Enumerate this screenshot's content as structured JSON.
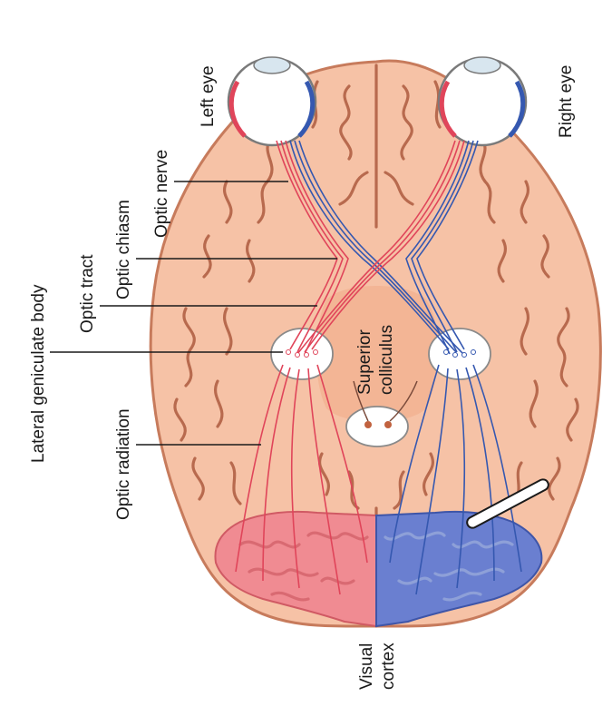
{
  "labels": {
    "left_eye": "Left eye",
    "right_eye": "Right eye",
    "optic_nerve": "Optic nerve",
    "optic_chiasm": "Optic chiasm",
    "optic_tract": "Optic tract",
    "lateral_geniculate_body": "Lateral geniculate body",
    "superior_colliculus_line1": "Superior",
    "superior_colliculus_line2": "colliculus",
    "optic_radiation": "Optic radiation",
    "visual_cortex_line1": "Visual",
    "visual_cortex_line2": "cortex"
  },
  "colors": {
    "brain": "#f6c2a6",
    "brain_outline": "#c77b5c",
    "left_pathway": "#e0455a",
    "right_pathway": "#3558b0",
    "left_cortex": "#f08b92",
    "right_cortex": "#6a7fd0"
  }
}
